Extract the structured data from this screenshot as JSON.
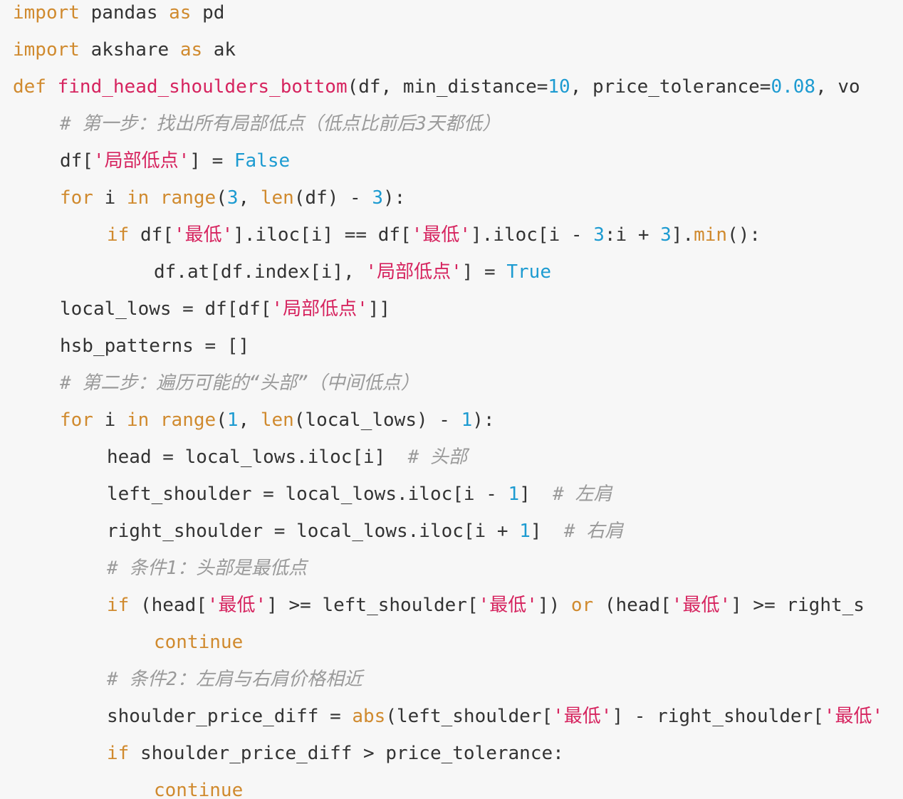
{
  "code_lines": [
    {
      "indent": 0,
      "tokens": [
        {
          "t": "import",
          "c": "kw"
        },
        {
          "t": " pandas ",
          "c": "pl"
        },
        {
          "t": "as",
          "c": "kw"
        },
        {
          "t": " pd",
          "c": "pl"
        }
      ]
    },
    {
      "indent": 0,
      "tokens": [
        {
          "t": "import",
          "c": "kw"
        },
        {
          "t": " akshare ",
          "c": "pl"
        },
        {
          "t": "as",
          "c": "kw"
        },
        {
          "t": " ak",
          "c": "pl"
        }
      ]
    },
    {
      "indent": 0,
      "tokens": [
        {
          "t": "def",
          "c": "kw"
        },
        {
          "t": " ",
          "c": "pl"
        },
        {
          "t": "find_head_shoulders_bottom",
          "c": "fn"
        },
        {
          "t": "(df, min_distance=",
          "c": "pl"
        },
        {
          "t": "10",
          "c": "num"
        },
        {
          "t": ", price_tolerance=",
          "c": "pl"
        },
        {
          "t": "0.08",
          "c": "num"
        },
        {
          "t": ", vo",
          "c": "pl"
        }
      ]
    },
    {
      "indent": 1,
      "tokens": [
        {
          "t": "# 第一步：找出所有局部低点（低点比前后3天都低）",
          "c": "cm"
        }
      ]
    },
    {
      "indent": 1,
      "tokens": [
        {
          "t": "df[",
          "c": "pl"
        },
        {
          "t": "'局部低点'",
          "c": "str"
        },
        {
          "t": "] = ",
          "c": "pl"
        },
        {
          "t": "False",
          "c": "bool"
        }
      ]
    },
    {
      "indent": 1,
      "tokens": [
        {
          "t": "for",
          "c": "kw"
        },
        {
          "t": " i ",
          "c": "pl"
        },
        {
          "t": "in",
          "c": "kw"
        },
        {
          "t": " ",
          "c": "pl"
        },
        {
          "t": "range",
          "c": "kw"
        },
        {
          "t": "(",
          "c": "pl"
        },
        {
          "t": "3",
          "c": "num"
        },
        {
          "t": ", ",
          "c": "pl"
        },
        {
          "t": "len",
          "c": "kw"
        },
        {
          "t": "(df) - ",
          "c": "pl"
        },
        {
          "t": "3",
          "c": "num"
        },
        {
          "t": "):",
          "c": "pl"
        }
      ]
    },
    {
      "indent": 2,
      "tokens": [
        {
          "t": "if",
          "c": "kw"
        },
        {
          "t": " df[",
          "c": "pl"
        },
        {
          "t": "'最低'",
          "c": "str"
        },
        {
          "t": "].iloc[i] == df[",
          "c": "pl"
        },
        {
          "t": "'最低'",
          "c": "str"
        },
        {
          "t": "].iloc[i - ",
          "c": "pl"
        },
        {
          "t": "3",
          "c": "num"
        },
        {
          "t": ":i + ",
          "c": "pl"
        },
        {
          "t": "3",
          "c": "num"
        },
        {
          "t": "].",
          "c": "pl"
        },
        {
          "t": "min",
          "c": "kw"
        },
        {
          "t": "():",
          "c": "pl"
        }
      ]
    },
    {
      "indent": 3,
      "tokens": [
        {
          "t": "df.at[df.index[i], ",
          "c": "pl"
        },
        {
          "t": "'局部低点'",
          "c": "str"
        },
        {
          "t": "] = ",
          "c": "pl"
        },
        {
          "t": "True",
          "c": "bool"
        }
      ]
    },
    {
      "indent": 1,
      "tokens": [
        {
          "t": "local_lows = df[df[",
          "c": "pl"
        },
        {
          "t": "'局部低点'",
          "c": "str"
        },
        {
          "t": "]]",
          "c": "pl"
        }
      ]
    },
    {
      "indent": 1,
      "tokens": [
        {
          "t": "hsb_patterns = []",
          "c": "pl"
        }
      ]
    },
    {
      "indent": 1,
      "tokens": [
        {
          "t": "# 第二步：遍历可能的“头部”（中间低点）",
          "c": "cm"
        }
      ]
    },
    {
      "indent": 1,
      "tokens": [
        {
          "t": "for",
          "c": "kw"
        },
        {
          "t": " i ",
          "c": "pl"
        },
        {
          "t": "in",
          "c": "kw"
        },
        {
          "t": " ",
          "c": "pl"
        },
        {
          "t": "range",
          "c": "kw"
        },
        {
          "t": "(",
          "c": "pl"
        },
        {
          "t": "1",
          "c": "num"
        },
        {
          "t": ", ",
          "c": "pl"
        },
        {
          "t": "len",
          "c": "kw"
        },
        {
          "t": "(local_lows) - ",
          "c": "pl"
        },
        {
          "t": "1",
          "c": "num"
        },
        {
          "t": "):",
          "c": "pl"
        }
      ]
    },
    {
      "indent": 2,
      "tokens": [
        {
          "t": "head = local_lows.iloc[i]  ",
          "c": "pl"
        },
        {
          "t": "# 头部",
          "c": "cm"
        }
      ]
    },
    {
      "indent": 2,
      "tokens": [
        {
          "t": "left_shoulder = local_lows.iloc[i - ",
          "c": "pl"
        },
        {
          "t": "1",
          "c": "num"
        },
        {
          "t": "]  ",
          "c": "pl"
        },
        {
          "t": "# 左肩",
          "c": "cm"
        }
      ]
    },
    {
      "indent": 2,
      "tokens": [
        {
          "t": "right_shoulder = local_lows.iloc[i + ",
          "c": "pl"
        },
        {
          "t": "1",
          "c": "num"
        },
        {
          "t": "]  ",
          "c": "pl"
        },
        {
          "t": "# 右肩",
          "c": "cm"
        }
      ]
    },
    {
      "indent": 2,
      "tokens": [
        {
          "t": "# 条件1：头部是最低点",
          "c": "cm"
        }
      ]
    },
    {
      "indent": 2,
      "tokens": [
        {
          "t": "if",
          "c": "kw"
        },
        {
          "t": " (head[",
          "c": "pl"
        },
        {
          "t": "'最低'",
          "c": "str"
        },
        {
          "t": "] >= left_shoulder[",
          "c": "pl"
        },
        {
          "t": "'最低'",
          "c": "str"
        },
        {
          "t": "]) ",
          "c": "pl"
        },
        {
          "t": "or",
          "c": "kw"
        },
        {
          "t": " (head[",
          "c": "pl"
        },
        {
          "t": "'最低'",
          "c": "str"
        },
        {
          "t": "] >= right_s",
          "c": "pl"
        }
      ]
    },
    {
      "indent": 3,
      "tokens": [
        {
          "t": "continue",
          "c": "kw"
        }
      ]
    },
    {
      "indent": 2,
      "tokens": [
        {
          "t": "# 条件2：左肩与右肩价格相近",
          "c": "cm"
        }
      ]
    },
    {
      "indent": 2,
      "tokens": [
        {
          "t": "shoulder_price_diff = ",
          "c": "pl"
        },
        {
          "t": "abs",
          "c": "kw"
        },
        {
          "t": "(left_shoulder[",
          "c": "pl"
        },
        {
          "t": "'最低'",
          "c": "str"
        },
        {
          "t": "] - right_shoulder[",
          "c": "pl"
        },
        {
          "t": "'最低'",
          "c": "str"
        }
      ]
    },
    {
      "indent": 2,
      "tokens": [
        {
          "t": "if",
          "c": "kw"
        },
        {
          "t": " shoulder_price_diff > price_tolerance:",
          "c": "pl"
        }
      ]
    },
    {
      "indent": 3,
      "tokens": [
        {
          "t": "continue",
          "c": "kw"
        }
      ]
    }
  ]
}
